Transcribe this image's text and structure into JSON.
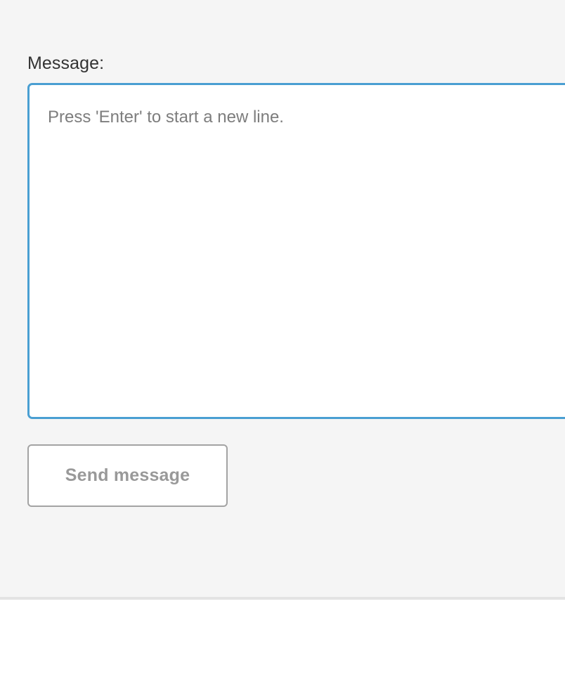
{
  "composer": {
    "label": "Message:",
    "input": {
      "name": "message-input",
      "value": "",
      "placeholder": "Press 'Enter' to start a new line."
    },
    "send_button": {
      "label": "Send message",
      "state": "disabled"
    }
  },
  "colors": {
    "panel_background": "#f5f5f5",
    "page_background": "#ffffff",
    "input_border_focus": "#4a9fd2",
    "input_background": "#ffffff",
    "label_text": "#333333",
    "placeholder_text": "#7d7d7d",
    "button_border": "#a3a3a3",
    "button_text": "#999999",
    "divider": "#e3e3e3"
  }
}
